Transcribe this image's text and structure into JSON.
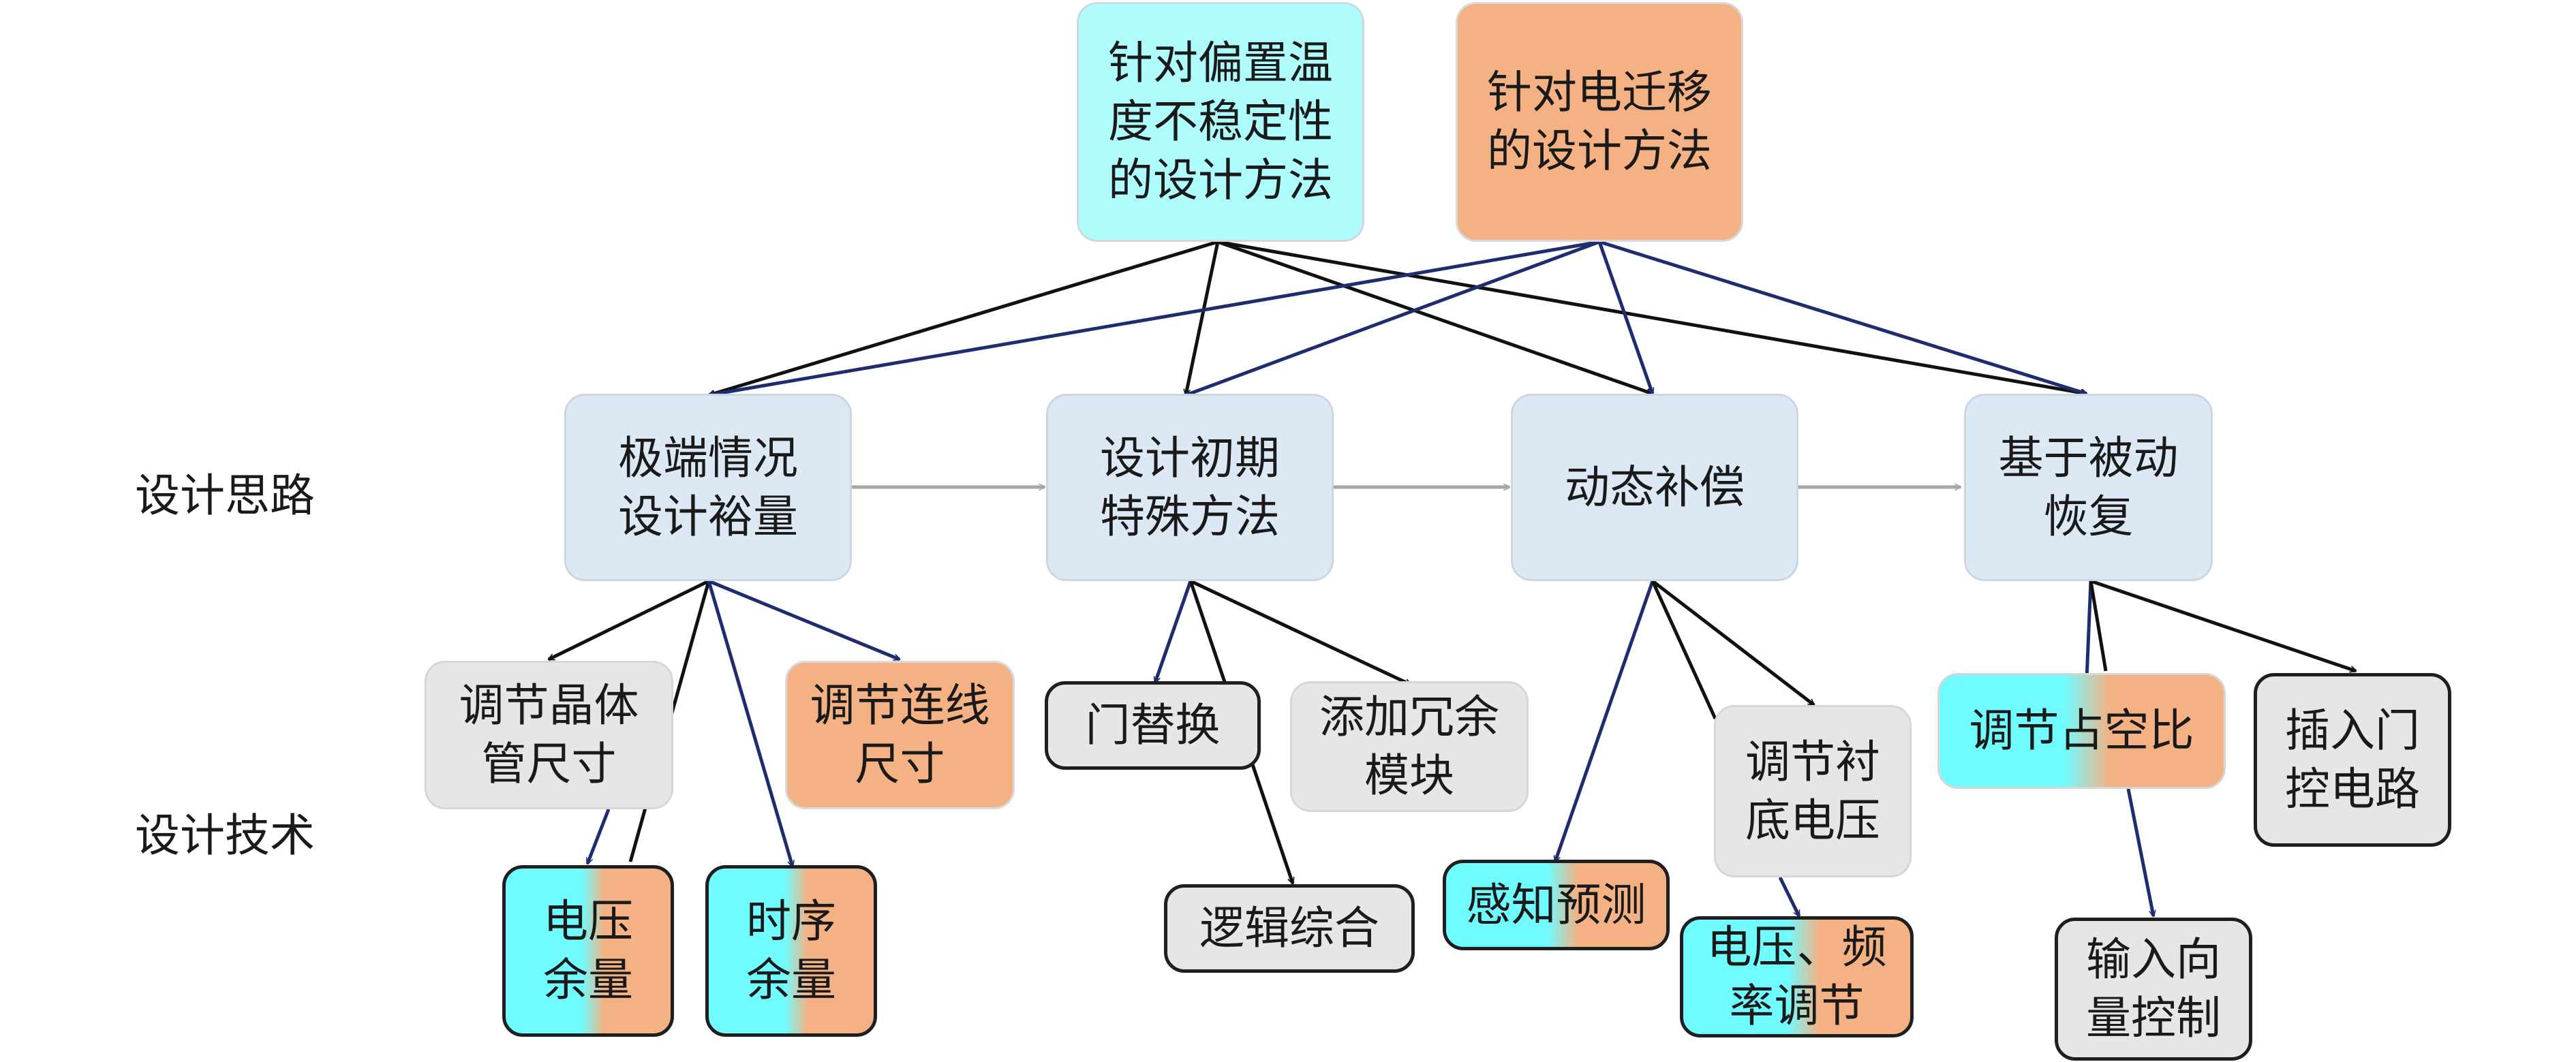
{
  "labels": {
    "design_thinking": "设计思路",
    "design_tech": "设计技术"
  },
  "top": {
    "bti": [
      "针对偏置温",
      "度不稳定性",
      "的设计方法"
    ],
    "em": [
      "针对电迁移",
      "的设计方法"
    ]
  },
  "mid": {
    "margin": [
      "极端情况",
      "设计裕量"
    ],
    "early": [
      "设计初期",
      "特殊方法"
    ],
    "dynamic": [
      "动态补偿"
    ],
    "passive": [
      "基于被动",
      "恢复"
    ]
  },
  "tech": {
    "transistor": [
      "调节晶体",
      "管尺寸"
    ],
    "wire": [
      "调节连线",
      "尺寸"
    ],
    "voltage_margin": [
      "电压",
      "余量"
    ],
    "timing_margin": [
      "时序",
      "余量"
    ],
    "gate_replace": [
      "门替换"
    ],
    "redundant": [
      "添加冗余",
      "模块"
    ],
    "logic_synth": [
      "逻辑综合"
    ],
    "sense_predict": [
      "感知预测"
    ],
    "substrate": [
      "调节衬",
      "底电压"
    ],
    "dvfs": [
      "电压、频",
      "率调节"
    ],
    "duty": [
      "调节占空比"
    ],
    "power_gate": [
      "插入门",
      "控电路"
    ],
    "input_vector": [
      "输入向",
      "量控制"
    ]
  },
  "colors": {
    "black_arrow": "#111111",
    "navy_arrow": "#1f2d6e",
    "gray_arrow": "#a6a6a6",
    "cyan": "#aefcfc",
    "orange": "#f4b183",
    "light_blue": "#dde8f5",
    "gray": "#e6e6e6"
  }
}
